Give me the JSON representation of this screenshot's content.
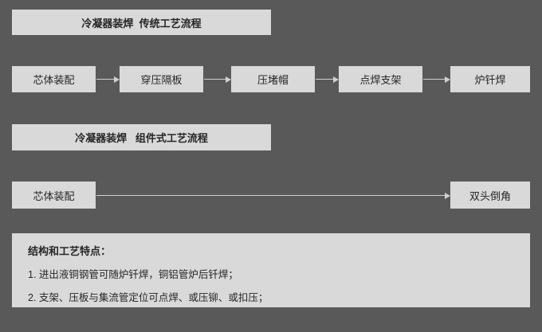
{
  "colors": {
    "background": "#595959",
    "box_bg": "#d9d9d9",
    "text": "#262626",
    "arrow": "#d0d0d0"
  },
  "flow_traditional": {
    "title": "冷凝器装焊  传统工艺流程",
    "steps": [
      "芯体装配",
      "穿压隔板",
      "压堵帽",
      "点焊支架",
      "炉钎焊"
    ]
  },
  "flow_modular": {
    "title": "冷凝器装焊   组件式工艺流程",
    "steps": [
      "芯体装配",
      "双头倒角"
    ]
  },
  "notes": {
    "title": "结构和工艺特点：",
    "lines": [
      "1. 进出液铜钢管可随炉钎焊，铜铝管炉后钎焊；",
      "2. 支架、压板与集流管定位可点焊、或压铆、或扣压；"
    ]
  }
}
